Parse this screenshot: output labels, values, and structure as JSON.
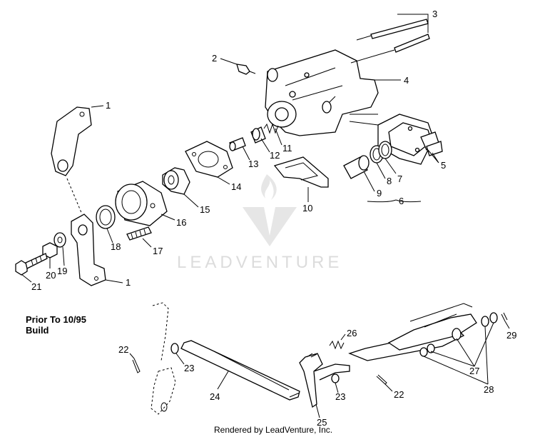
{
  "callouts": {
    "c1a": "1",
    "c1b": "1",
    "c2": "2",
    "c3": "3",
    "c4": "4",
    "c5": "5",
    "c6": "6",
    "c7": "7",
    "c8": "8",
    "c9": "9",
    "c10": "10",
    "c11": "11",
    "c12": "12",
    "c13": "13",
    "c14": "14",
    "c15": "15",
    "c16": "16",
    "c17": "17",
    "c18": "18",
    "c19": "19",
    "c20": "20",
    "c21": "21",
    "c22a": "22",
    "c22b": "22",
    "c23a": "23",
    "c23b": "23",
    "c24": "24",
    "c25": "25",
    "c26": "26",
    "c27": "27",
    "c28": "28",
    "c29": "29"
  },
  "note": {
    "line1": "Prior To 10/95",
    "line2": "Build"
  },
  "watermark": {
    "brand": "LEADVENTURE"
  },
  "footer": {
    "credit": "Rendered by LeadVenture, Inc."
  }
}
